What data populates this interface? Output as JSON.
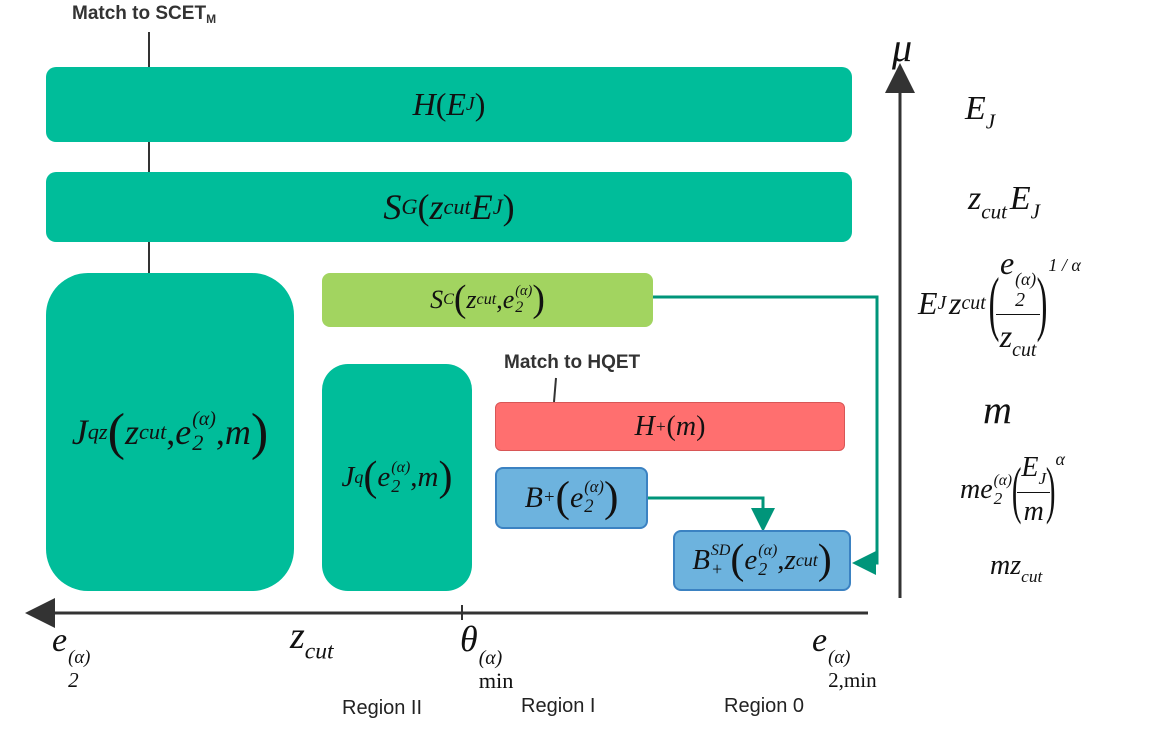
{
  "labels": {
    "match_scet": "Match to SCET",
    "match_scet_sub": "M",
    "match_hqet": "Match to HQET"
  },
  "regions": [
    "Region II",
    "Region I",
    "Region 0"
  ],
  "axes": {
    "y_symbol": "μ",
    "x_ticks": {
      "e2_sym": "e",
      "alpha": "(α)",
      "two": "2",
      "zcut_z": "z",
      "cut": "cut",
      "theta": "θ",
      "min": "min",
      "two_min": "2,min"
    }
  },
  "boxes": {
    "hard": {
      "fn": "H",
      "arg": "E",
      "arg_sub": "J"
    },
    "global_soft": {
      "fn": "S",
      "fn_sub": "G",
      "z": "z",
      "cut": "cut",
      "E": "E",
      "J": "J"
    },
    "collinear_soft": {
      "fn": "S",
      "fn_sub": "C",
      "z": "z",
      "cut": "cut",
      "e": "e",
      "two": "2",
      "alpha": "(α)"
    },
    "jet_qz": {
      "fn": "J",
      "fn_sub": "qz",
      "z": "z",
      "cut": "cut",
      "e": "e",
      "two": "2",
      "alpha": "(α)",
      "m": "m"
    },
    "jet_q": {
      "fn": "J",
      "fn_sub": "q",
      "e": "e",
      "two": "2",
      "alpha": "(α)",
      "m": "m"
    },
    "hqet_hard": {
      "fn": "H",
      "fn_sub": "+",
      "m": "m"
    },
    "bhqet": {
      "fn": "B",
      "fn_sub": "+",
      "e": "e",
      "two": "2",
      "alpha": "(α)"
    },
    "bhqet_sd": {
      "fn": "B",
      "fn_sub": "+",
      "fn_sup": "SD",
      "e": "e",
      "two": "2",
      "alpha": "(α)",
      "z": "z",
      "cut": "cut"
    }
  },
  "scales": {
    "s1": {
      "E": "E",
      "J": "J"
    },
    "s2": {
      "z": "z",
      "cut": "cut",
      "E": "E",
      "J": "J"
    },
    "s3": {
      "E": "E",
      "J": "J",
      "z": "z",
      "cut": "cut",
      "e": "e",
      "two": "2",
      "alpha": "(α)",
      "exp": "1 / α"
    },
    "s4": {
      "m": "m"
    },
    "s5": {
      "m": "m",
      "e": "e",
      "two": "2",
      "alpha": "(α)",
      "E": "E",
      "J": "J",
      "exp": "α"
    },
    "s6": {
      "m": "m",
      "z": "z",
      "cut": "cut"
    }
  },
  "colors": {
    "teal": "#00BD9A",
    "light_green": "#A2D460",
    "red": "#FF6F6F",
    "blue": "#6DB3DE",
    "arrow_green": "#00957A",
    "axis": "#333333"
  }
}
